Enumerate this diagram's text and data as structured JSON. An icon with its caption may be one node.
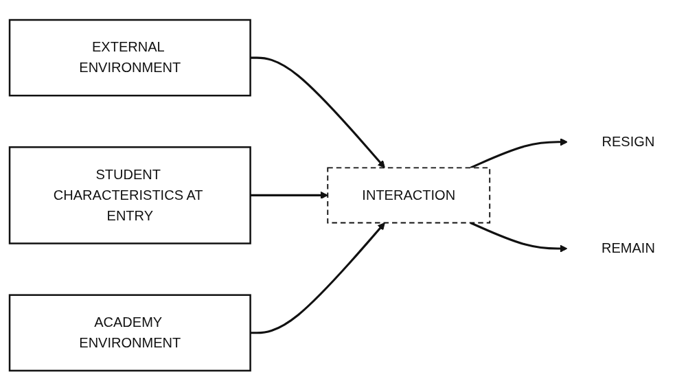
{
  "diagram": {
    "nodes": [
      {
        "text": [
          "EXTERNAL ENVIRONMENT"
        ]
      },
      {
        "text": [
          "STUDENT CHARACTERISTICS AT ENTRY"
        ]
      },
      {
        "text": [
          "INTERACTION"
        ]
      },
      {
        "text": [
          "RESIGN"
        ]
      },
      {
        "text": [
          "REMAIN"
        ]
      },
      {
        "text": [
          "ACADEMY ENVIRONMENT"
        ]
      }
    ],
    "edges": [
      {
        "from": 0,
        "to": 2,
        "arrow": "to"
      },
      {
        "from": 1,
        "to": 2,
        "arrow": "to"
      },
      {
        "from": 5,
        "to": 2,
        "arrow": "to"
      },
      {
        "from": 2,
        "to": 3,
        "arrow": "to"
      },
      {
        "from": 2,
        "to": 4,
        "arrow": "to"
      }
    ]
  }
}
